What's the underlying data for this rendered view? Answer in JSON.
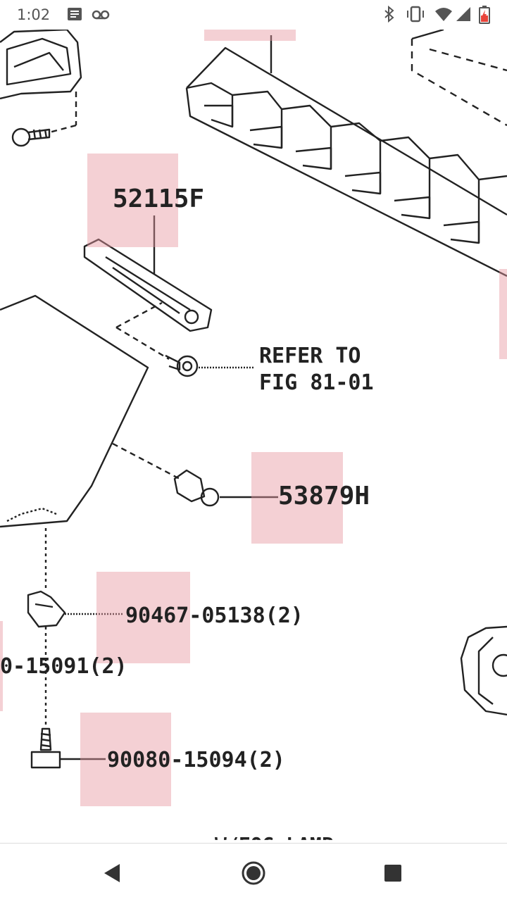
{
  "status_bar": {
    "time": "1:02",
    "icons": [
      "notification-list-icon",
      "voicemail-icon",
      "bluetooth-icon",
      "vibrate-icon",
      "wifi-icon",
      "signal-icon",
      "battery-icon"
    ],
    "battery_color": "#e8433a"
  },
  "diagram": {
    "highlight_color": "#e696a0",
    "labels": {
      "part_top": "",
      "part_52115f": "52115F",
      "refer_line1": "REFER TO",
      "refer_line2": "FIG 81-01",
      "part_53879h": "53879H",
      "part_90467": "90467-05138(2)",
      "part_15091": "0-15091(2)",
      "part_90080": "90080-15094(2)",
      "bottom_cut": "W/FOG LAMP"
    }
  },
  "nav_bar": {
    "buttons": [
      "back-button",
      "home-button",
      "recents-button"
    ]
  }
}
